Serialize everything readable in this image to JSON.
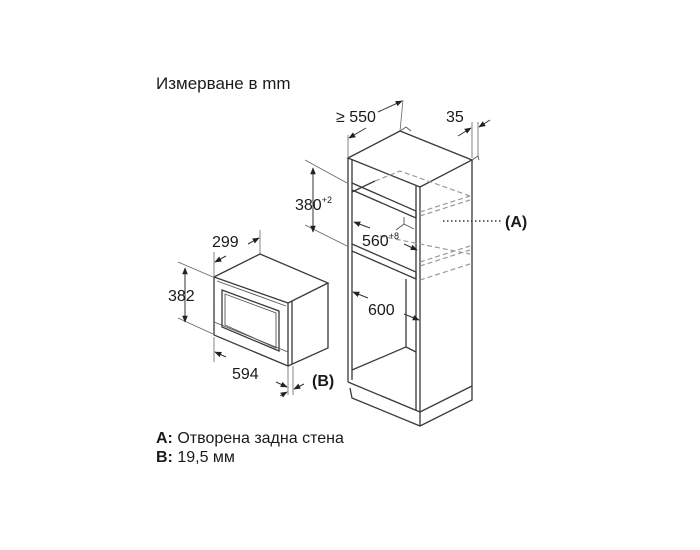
{
  "title": "Измерване в mm",
  "cabinet": {
    "dimensions": {
      "depth_min": "≥ 550",
      "top_offset": "35",
      "niche_height": "380",
      "niche_height_tol": "+2",
      "niche_width": "560",
      "niche_width_tol": "+8",
      "lower_width": "600"
    },
    "marker_a": "(A)"
  },
  "appliance": {
    "dimensions": {
      "depth": "299",
      "height": "382",
      "width": "594"
    },
    "marker_b": "(B)"
  },
  "legend": {
    "items": [
      {
        "key": "A:",
        "text": "Отворена задна стена"
      },
      {
        "key": "B:",
        "text": "19,5 мм"
      }
    ]
  }
}
